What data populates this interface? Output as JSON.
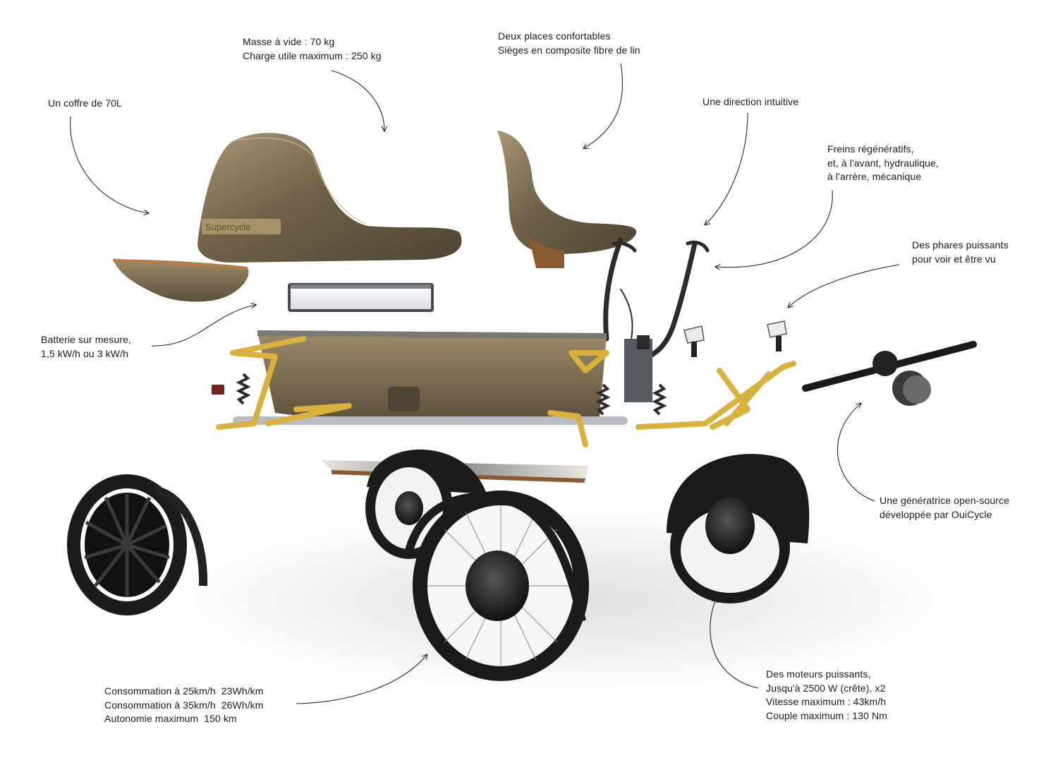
{
  "labels": {
    "mass": [
      "Masse à vide  : 70 kg",
      "Charge utile maximum : 250 kg"
    ],
    "seats": [
      "Deux places confortables",
      "Sièges en composite fibre de lin"
    ],
    "trunk": [
      "Un coffre de 70L"
    ],
    "steering": [
      "Une direction intuitive"
    ],
    "brakes": [
      "Freins régénératifs,",
      "et, à l'avant, hydraulique,",
      "à l'arrère, mécanique"
    ],
    "lights": [
      "Des phares puissants",
      "pour voir et être vu"
    ],
    "battery": [
      "Batterie sur mesure,",
      "1,5 kW/h ou 3 kW/h"
    ],
    "generator": [
      "Une génératrice open-source",
      "développée par OuiCycle"
    ],
    "consumption": [
      {
        "name": "Consommation à 25km/h",
        "value": "23Wh/km"
      },
      {
        "name": "Consommation à 35km/h",
        "value": "26Wh/km"
      },
      {
        "name": "Autonomie maximum",
        "value": "150 km"
      }
    ],
    "motors": [
      "Des moteurs puissants,",
      "Jusqu'à 2500 W (crête), x2",
      "Vitesse maximum : 43km/h",
      "Couple maximum : 130 Nm"
    ]
  },
  "brand": {
    "logo_text": "Supercycle",
    "frame_color": "#d8b23c",
    "composite_color": "#8a7a5c",
    "tire_color": "#1c1c1c"
  }
}
